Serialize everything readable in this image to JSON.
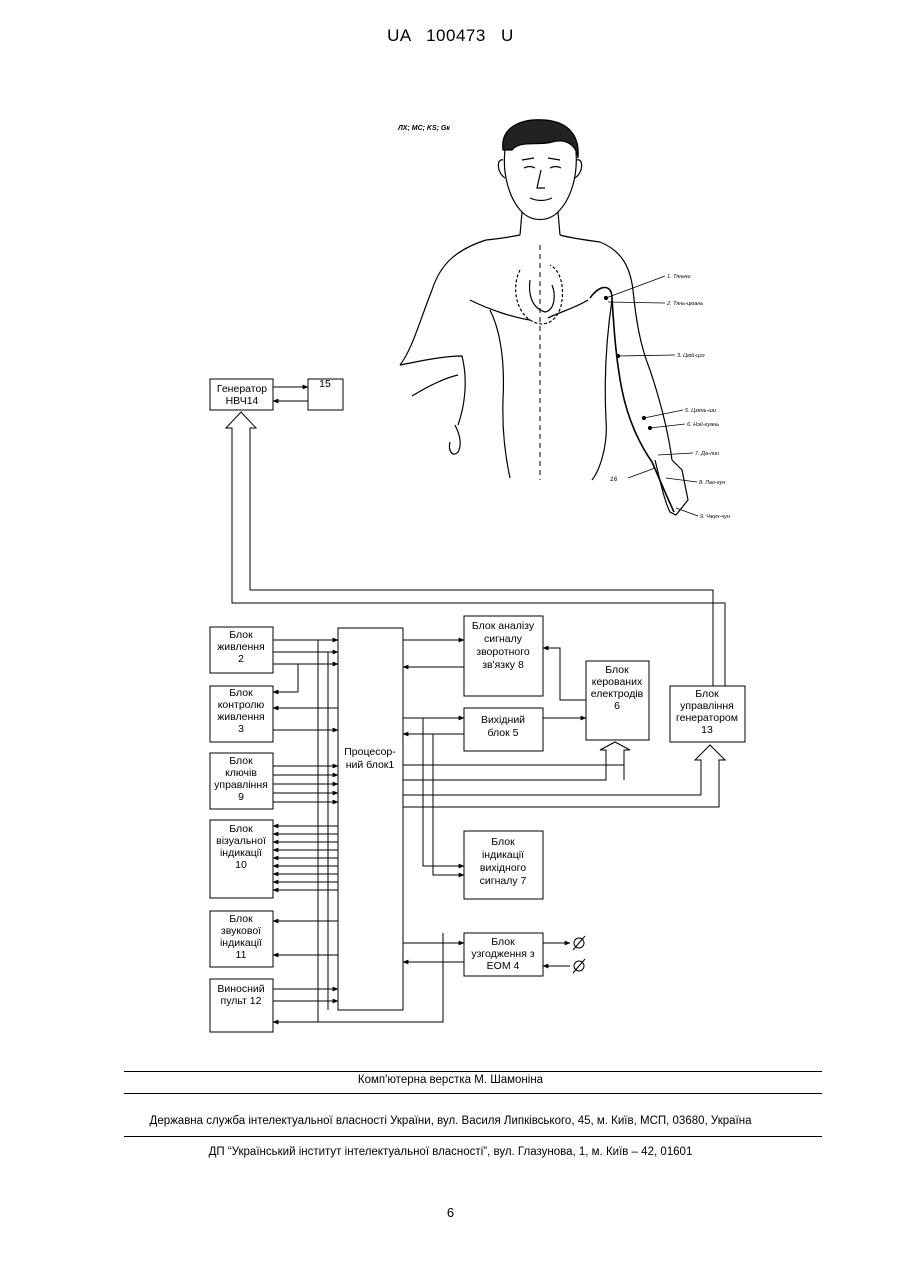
{
  "header": {
    "doc_code": "UA",
    "number": "100473",
    "kind": "U"
  },
  "figure": {
    "tag": "ЛX; MC; KS; Gк",
    "points": [
      "1. Тяньчи",
      "2. Тянь-цюань",
      "3. Цюй-цзэ",
      "5. Цзянь-ши",
      "6. Нэй-гуань",
      "7. Да-лин",
      "8. Лао-гун",
      "9. Чжун-чун"
    ],
    "electrode_ref": "16",
    "blocks": {
      "generator": [
        "Генератор",
        "НВЧ14"
      ],
      "b15": [
        "15"
      ],
      "power": [
        "Блок",
        "живлення",
        "2"
      ],
      "power_ctrl": [
        "Блок",
        "контролю",
        "живлення",
        "3"
      ],
      "keys": [
        "Блок",
        "ключів",
        "управління",
        "9"
      ],
      "visual": [
        "Блок",
        "візуальної",
        "індикації",
        "10"
      ],
      "sound": [
        "Блок",
        "звукової",
        "індикації",
        "11"
      ],
      "remote": [
        "Виносний",
        "пульт 12"
      ],
      "cpu": [
        "Процесор-",
        "ний блок1"
      ],
      "analysis": [
        "Блок аналізу",
        "сигналу",
        "зворотного",
        "зв'язку 8"
      ],
      "output": [
        "Вихідний",
        "блок 5"
      ],
      "output_ind": [
        "Блок",
        "індикації",
        "вихідного",
        "сигналу 7"
      ],
      "pc": [
        "Блок",
        "узгодження з",
        "ЕОМ 4"
      ],
      "electrodes": [
        "Блок",
        "керованих",
        "електродів",
        "6"
      ],
      "gen_ctrl": [
        "Блок",
        "управління",
        "генератором",
        "13"
      ]
    }
  },
  "footer": {
    "layout": "Комп'ютерна верстка М. Шамоніна",
    "office": "Державна служба інтелектуальної власності України, вул. Василя Липківського, 45, м. Київ, МСП, 03680, Україна",
    "institute": "ДП “Український інститут інтелектуальної власності”, вул. Глазунова, 1, м. Київ – 42, 01601"
  },
  "page_number": "6"
}
